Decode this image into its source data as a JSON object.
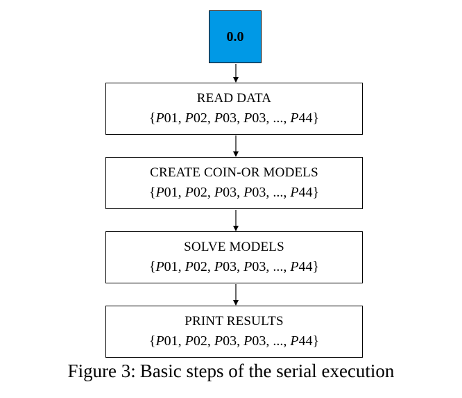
{
  "start_node": {
    "label": "0.0",
    "fill_color": "#0099e6"
  },
  "steps": [
    {
      "title": "READ DATA",
      "params": [
        "P01",
        "P02",
        "P03",
        "P03",
        "...",
        "P44"
      ]
    },
    {
      "title": "CREATE COIN-OR MODELS",
      "params": [
        "P01",
        "P02",
        "P03",
        "P03",
        "...",
        "P44"
      ]
    },
    {
      "title": "SOLVE MODELS",
      "params": [
        "P01",
        "P02",
        "P03",
        "P03",
        "...",
        "P44"
      ]
    },
    {
      "title": "PRINT RESULTS",
      "params": [
        "P01",
        "P02",
        "P03",
        "P03",
        "...",
        "P44"
      ]
    }
  ],
  "caption": {
    "label": "Figure 3:",
    "text": "Basic steps of the serial execution"
  }
}
